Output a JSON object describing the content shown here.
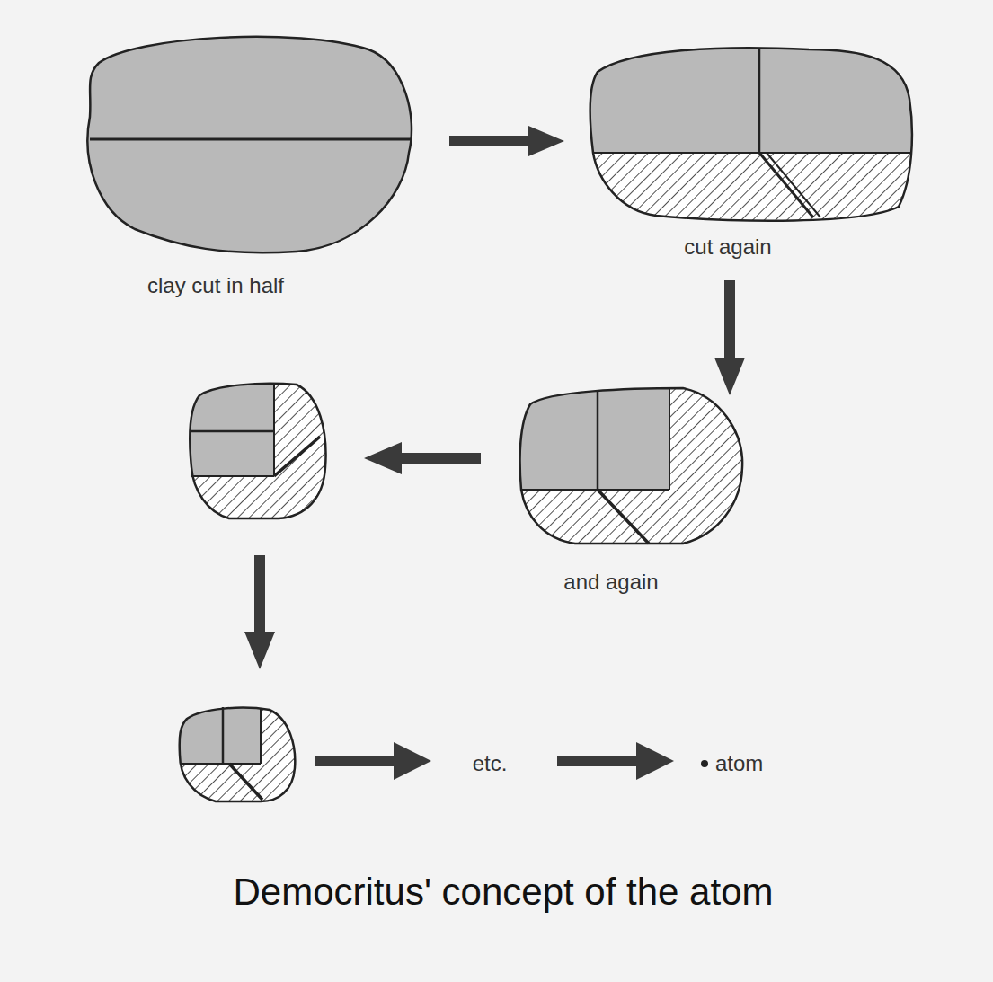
{
  "diagram": {
    "caption": "Democritus' concept of the atom",
    "labels": [
      "clay cut in half",
      "cut again",
      "and again",
      "etc.",
      "atom"
    ]
  }
}
